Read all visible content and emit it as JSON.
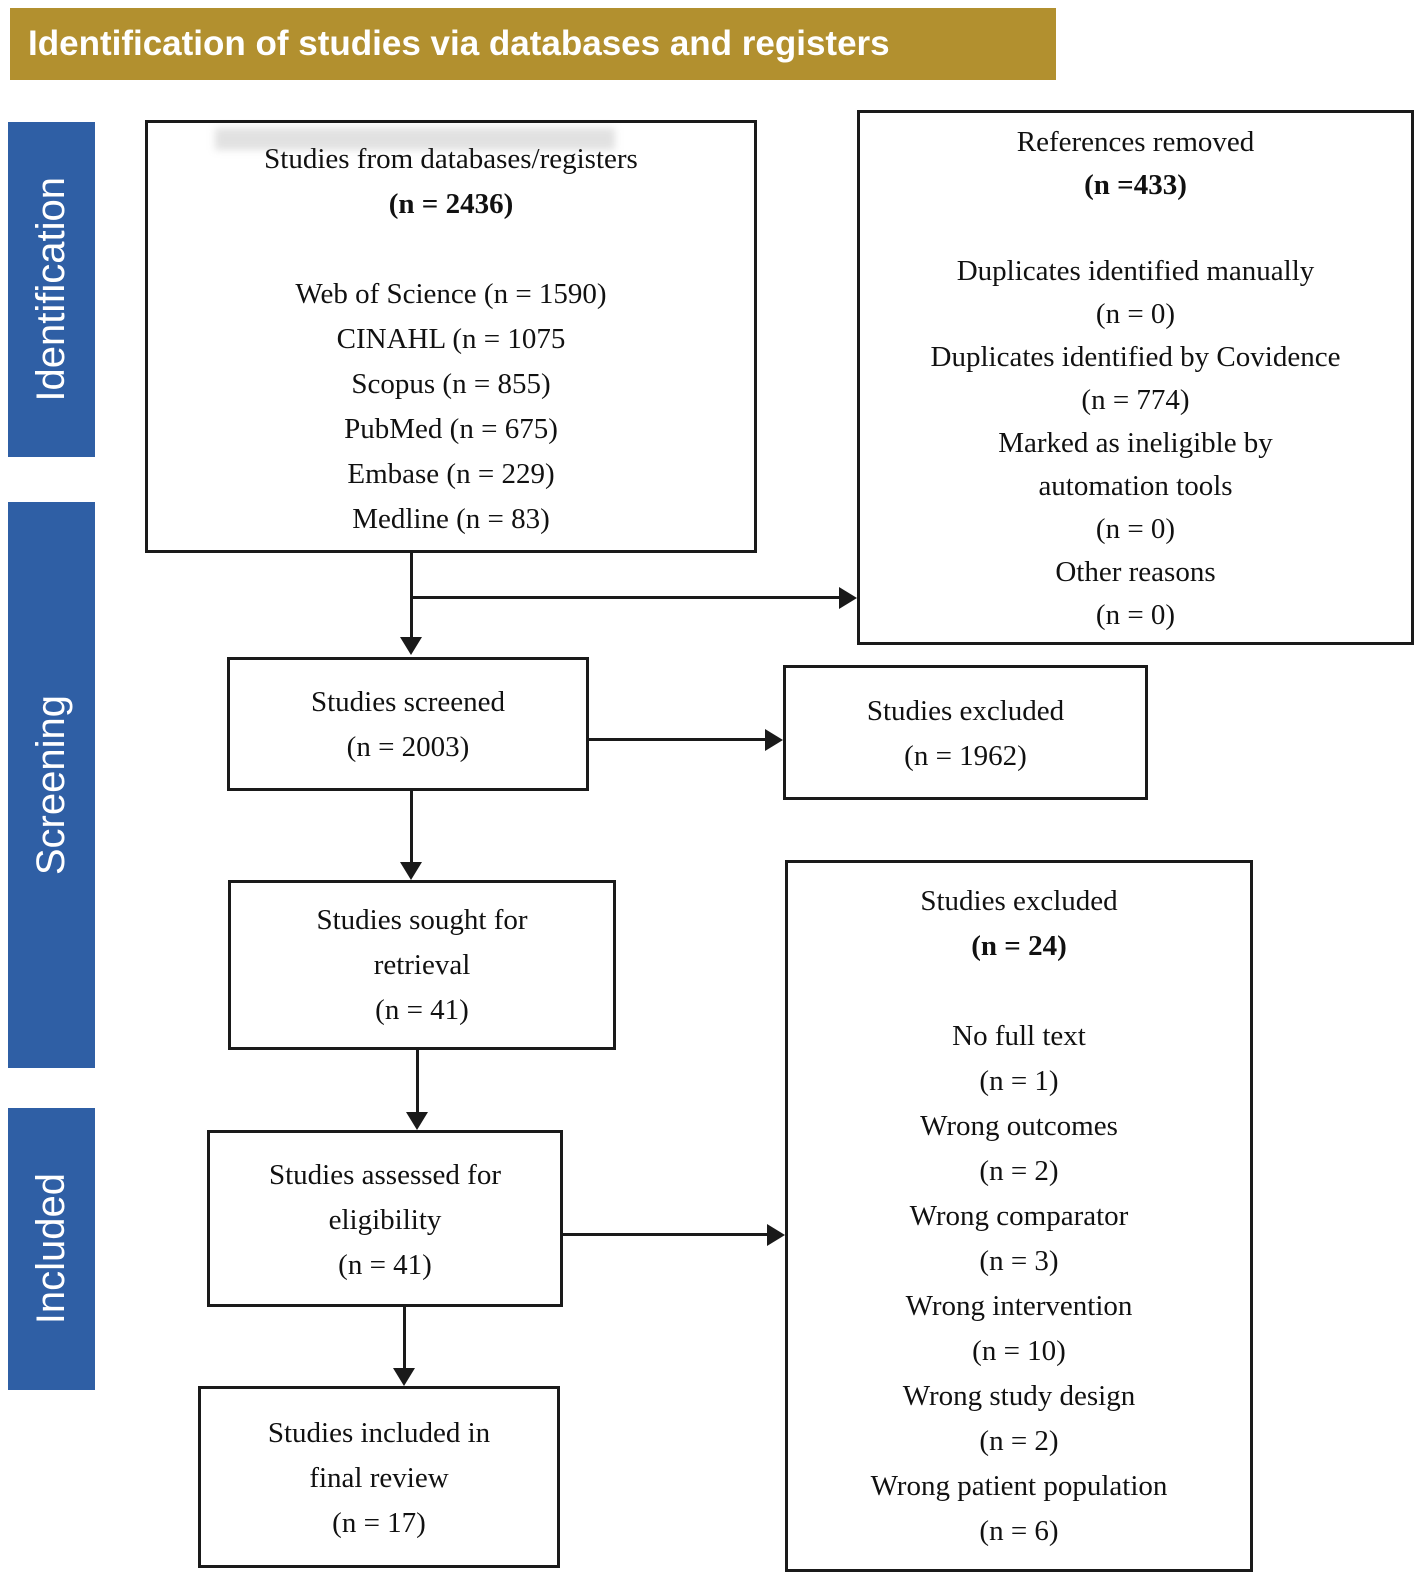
{
  "banner": {
    "title": "Identification of studies via databases and registers"
  },
  "stages": {
    "identification": "Identification",
    "screening": "Screening",
    "included": "Included"
  },
  "colors": {
    "banner_bg": "#B2902F",
    "stage_bg": "#2F5FA5",
    "box_border": "#1a1a1a",
    "text": "#111111"
  },
  "boxes": {
    "sources": {
      "lines": [
        "Studies from databases/registers",
        "(n = 2436)",
        "",
        "Web of Science (n = 1590)",
        "CINAHL (n = 1075",
        "Scopus (n = 855)",
        "PubMed (n = 675)",
        "Embase (n = 229)",
        "Medline (n = 83)"
      ]
    },
    "removed": {
      "lines": [
        "References removed",
        "(n =433)",
        "",
        "Duplicates identified manually",
        "(n = 0)",
        "Duplicates identified by Covidence",
        "(n = 774)",
        "Marked as ineligible by",
        "automation tools",
        "(n = 0)",
        "Other reasons",
        "(n = 0)"
      ]
    },
    "screened": {
      "lines": [
        "Studies screened",
        "(n = 2003)"
      ]
    },
    "excluded_screening": {
      "lines": [
        "Studies excluded",
        "(n = 1962)"
      ]
    },
    "sought": {
      "lines": [
        "Studies sought for",
        "retrieval",
        "(n = 41)"
      ]
    },
    "excluded_eligibility": {
      "lines": [
        "Studies excluded",
        "(n = 24)",
        "",
        "No full text",
        "(n = 1)",
        "Wrong outcomes",
        "(n = 2)",
        "Wrong comparator",
        "(n = 3)",
        "Wrong intervention",
        "(n = 10)",
        "Wrong study design",
        "(n = 2)",
        "Wrong patient population",
        "(n = 6)"
      ]
    },
    "assessed": {
      "lines": [
        "Studies assessed for",
        "eligibility",
        "(n = 41)"
      ]
    },
    "included": {
      "lines": [
        "Studies included in",
        "final review",
        "(n = 17)"
      ]
    }
  }
}
